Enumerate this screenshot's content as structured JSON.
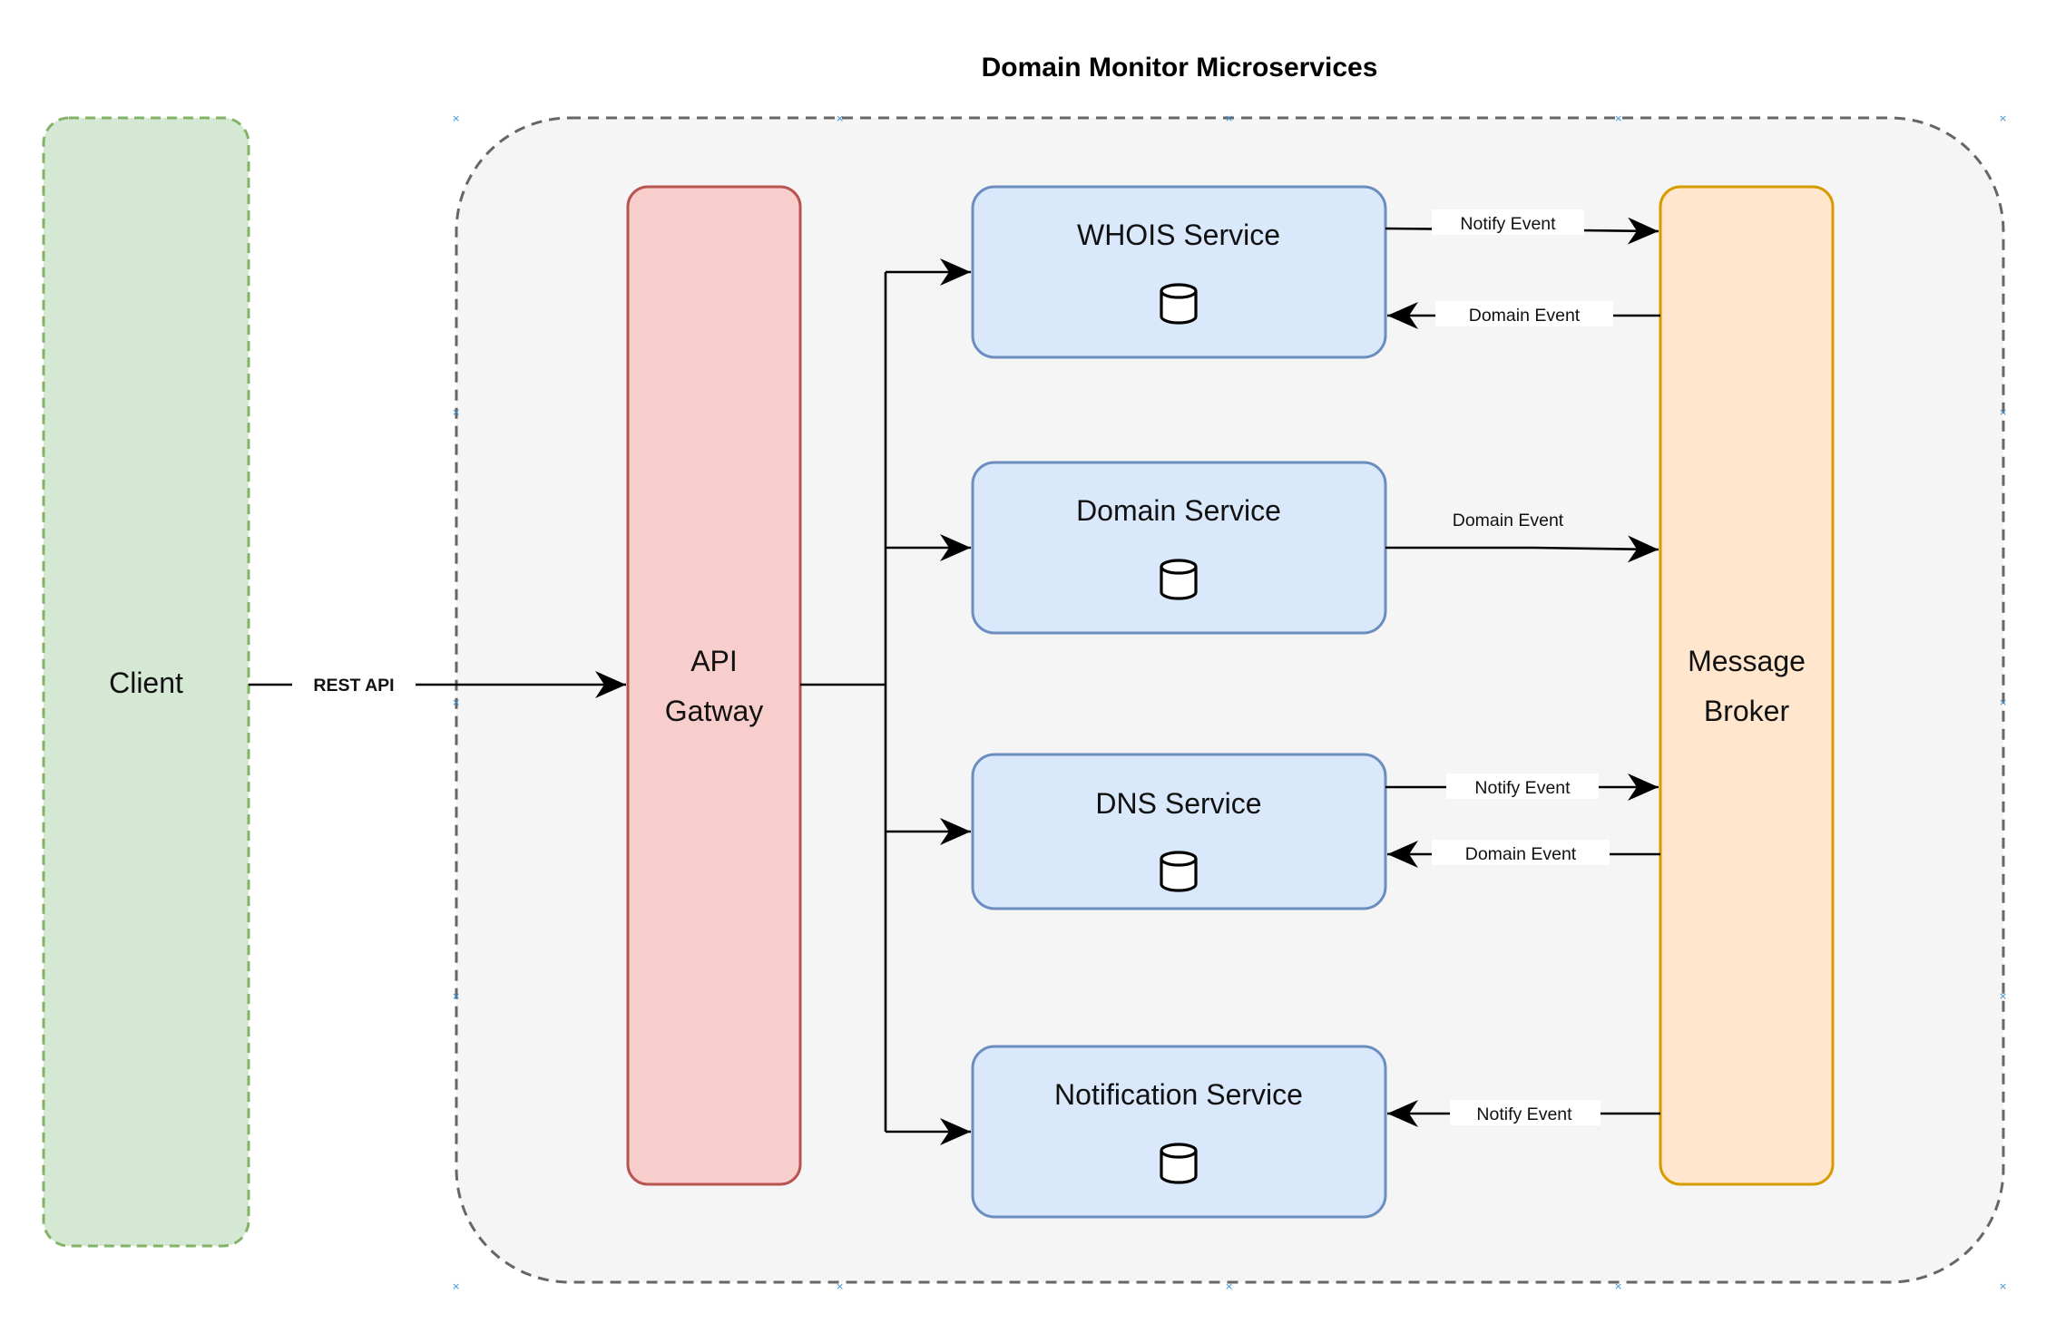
{
  "diagram": {
    "title": "Domain Monitor Microservices",
    "colors": {
      "client_fill": "#d5e8d4",
      "client_stroke": "#82b366",
      "container_fill": "#f5f5f5",
      "container_stroke": "#666666",
      "gateway_fill": "#f8cecc",
      "gateway_stroke": "#b85450",
      "service_fill": "#dae8fc",
      "service_stroke": "#6c8ebf",
      "broker_fill": "#ffe6cc",
      "broker_stroke": "#d79b00"
    },
    "nodes": {
      "client": {
        "label": "Client"
      },
      "gateway": {
        "label_line1": "API",
        "label_line2": "Gatway"
      },
      "broker": {
        "label_line1": "Message",
        "label_line2": "Broker"
      },
      "whois": {
        "label": "WHOIS Service",
        "icon": "database-icon"
      },
      "domain": {
        "label": "Domain Service",
        "icon": "database-icon"
      },
      "dns": {
        "label": "DNS Service",
        "icon": "database-icon"
      },
      "notification": {
        "label": "Notification Service",
        "icon": "database-icon"
      }
    },
    "edges": {
      "client_gateway": {
        "from": "Client",
        "to": "API Gatway",
        "label": "REST API"
      },
      "gateway_whois": {
        "from": "API Gatway",
        "to": "WHOIS Service"
      },
      "gateway_domain": {
        "from": "API Gatway",
        "to": "Domain Service"
      },
      "gateway_dns": {
        "from": "API Gatway",
        "to": "DNS Service"
      },
      "gateway_notification": {
        "from": "API Gatway",
        "to": "Notification Service"
      },
      "whois_notify": {
        "from": "WHOIS Service",
        "to": "Message Broker",
        "label": "Notify Event"
      },
      "whois_domain_event": {
        "from": "Message Broker",
        "to": "WHOIS Service",
        "label": "Domain Event"
      },
      "domain_event": {
        "from": "Domain Service",
        "to": "Message Broker",
        "label": "Domain Event"
      },
      "dns_notify": {
        "from": "DNS Service",
        "to": "Message Broker",
        "label": "Notify Event"
      },
      "dns_domain_event": {
        "from": "Message Broker",
        "to": "DNS Service",
        "label": "Domain Event"
      },
      "notification_notify": {
        "from": "Message Broker",
        "to": "Notification Service",
        "label": "Notify Event"
      }
    }
  }
}
